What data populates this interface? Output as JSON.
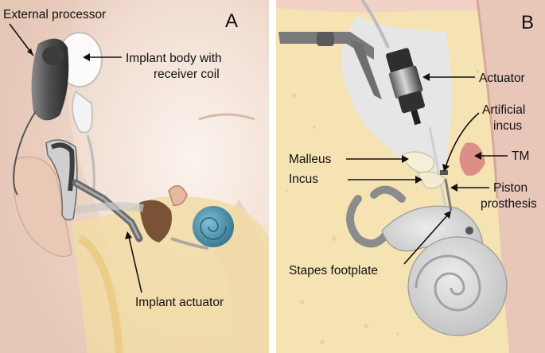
{
  "panel_a": {
    "letter": "A",
    "labels": {
      "external_processor": "External processor",
      "implant_body_line1": "Implant body with",
      "implant_body_line2": "receiver coil",
      "implant_actuator": "Implant actuator"
    }
  },
  "panel_b": {
    "letter": "B",
    "labels": {
      "actuator": "Actuator",
      "artificial_incus_line1": "Artificial",
      "artificial_incus_line2": "incus",
      "tm": "TM",
      "malleus": "Malleus",
      "incus": "Incus",
      "piston_line1": "Piston",
      "piston_line2": "prosthesis",
      "stapes_footplate": "Stapes footplate"
    }
  },
  "colors": {
    "skin_light": "#f4e6dc",
    "skin_mid": "#e9cdbd",
    "bone": "#f3dd9f",
    "bone_dark": "#d9b96a",
    "device_dark": "#4a4a4a",
    "cochlea_blue": "#3f86a0",
    "tissue_pink": "#e7a9a0",
    "canal_grey": "#e3e3e3",
    "inner_ear_grey": "#cfcfcf"
  }
}
